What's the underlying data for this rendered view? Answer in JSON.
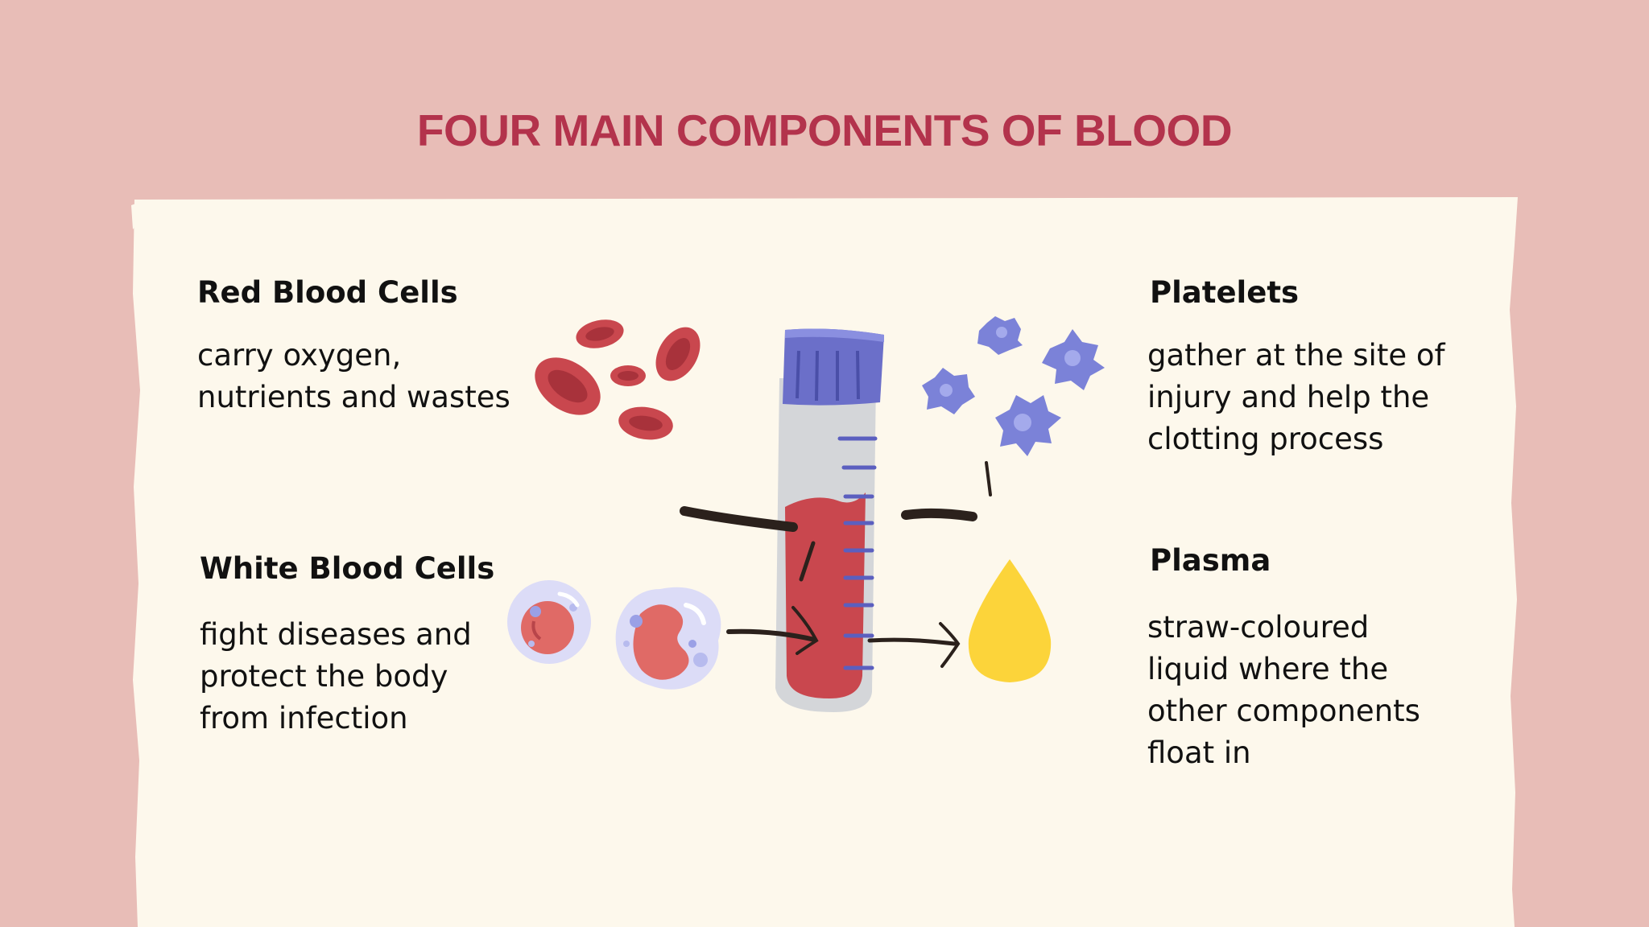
{
  "title": "FOUR MAIN COMPONENTS OF BLOOD",
  "components": {
    "red_blood_cells": {
      "heading": "Red Blood Cells",
      "description": "carry oxygen,\nnutrients and wastes"
    },
    "white_blood_cells": {
      "heading": "White Blood Cells",
      "description": "fight diseases and\nprotect the body\nfrom infection"
    },
    "platelets": {
      "heading": "Platelets",
      "description": "gather at the site of\ninjury and help the\nclotting process"
    },
    "plasma": {
      "heading": "Plasma",
      "description": "straw-coloured\nliquid where the\nother components\nfloat in"
    }
  },
  "colors": {
    "background": "#e8bdb7",
    "panel": "#fdf8ec",
    "title": "#b3334c",
    "blood": "#c9474e",
    "tube_cap": "#6b6fc9",
    "platelet": "#7b82d8",
    "plasma": "#fcd43a",
    "arrow": "#2b211c"
  }
}
